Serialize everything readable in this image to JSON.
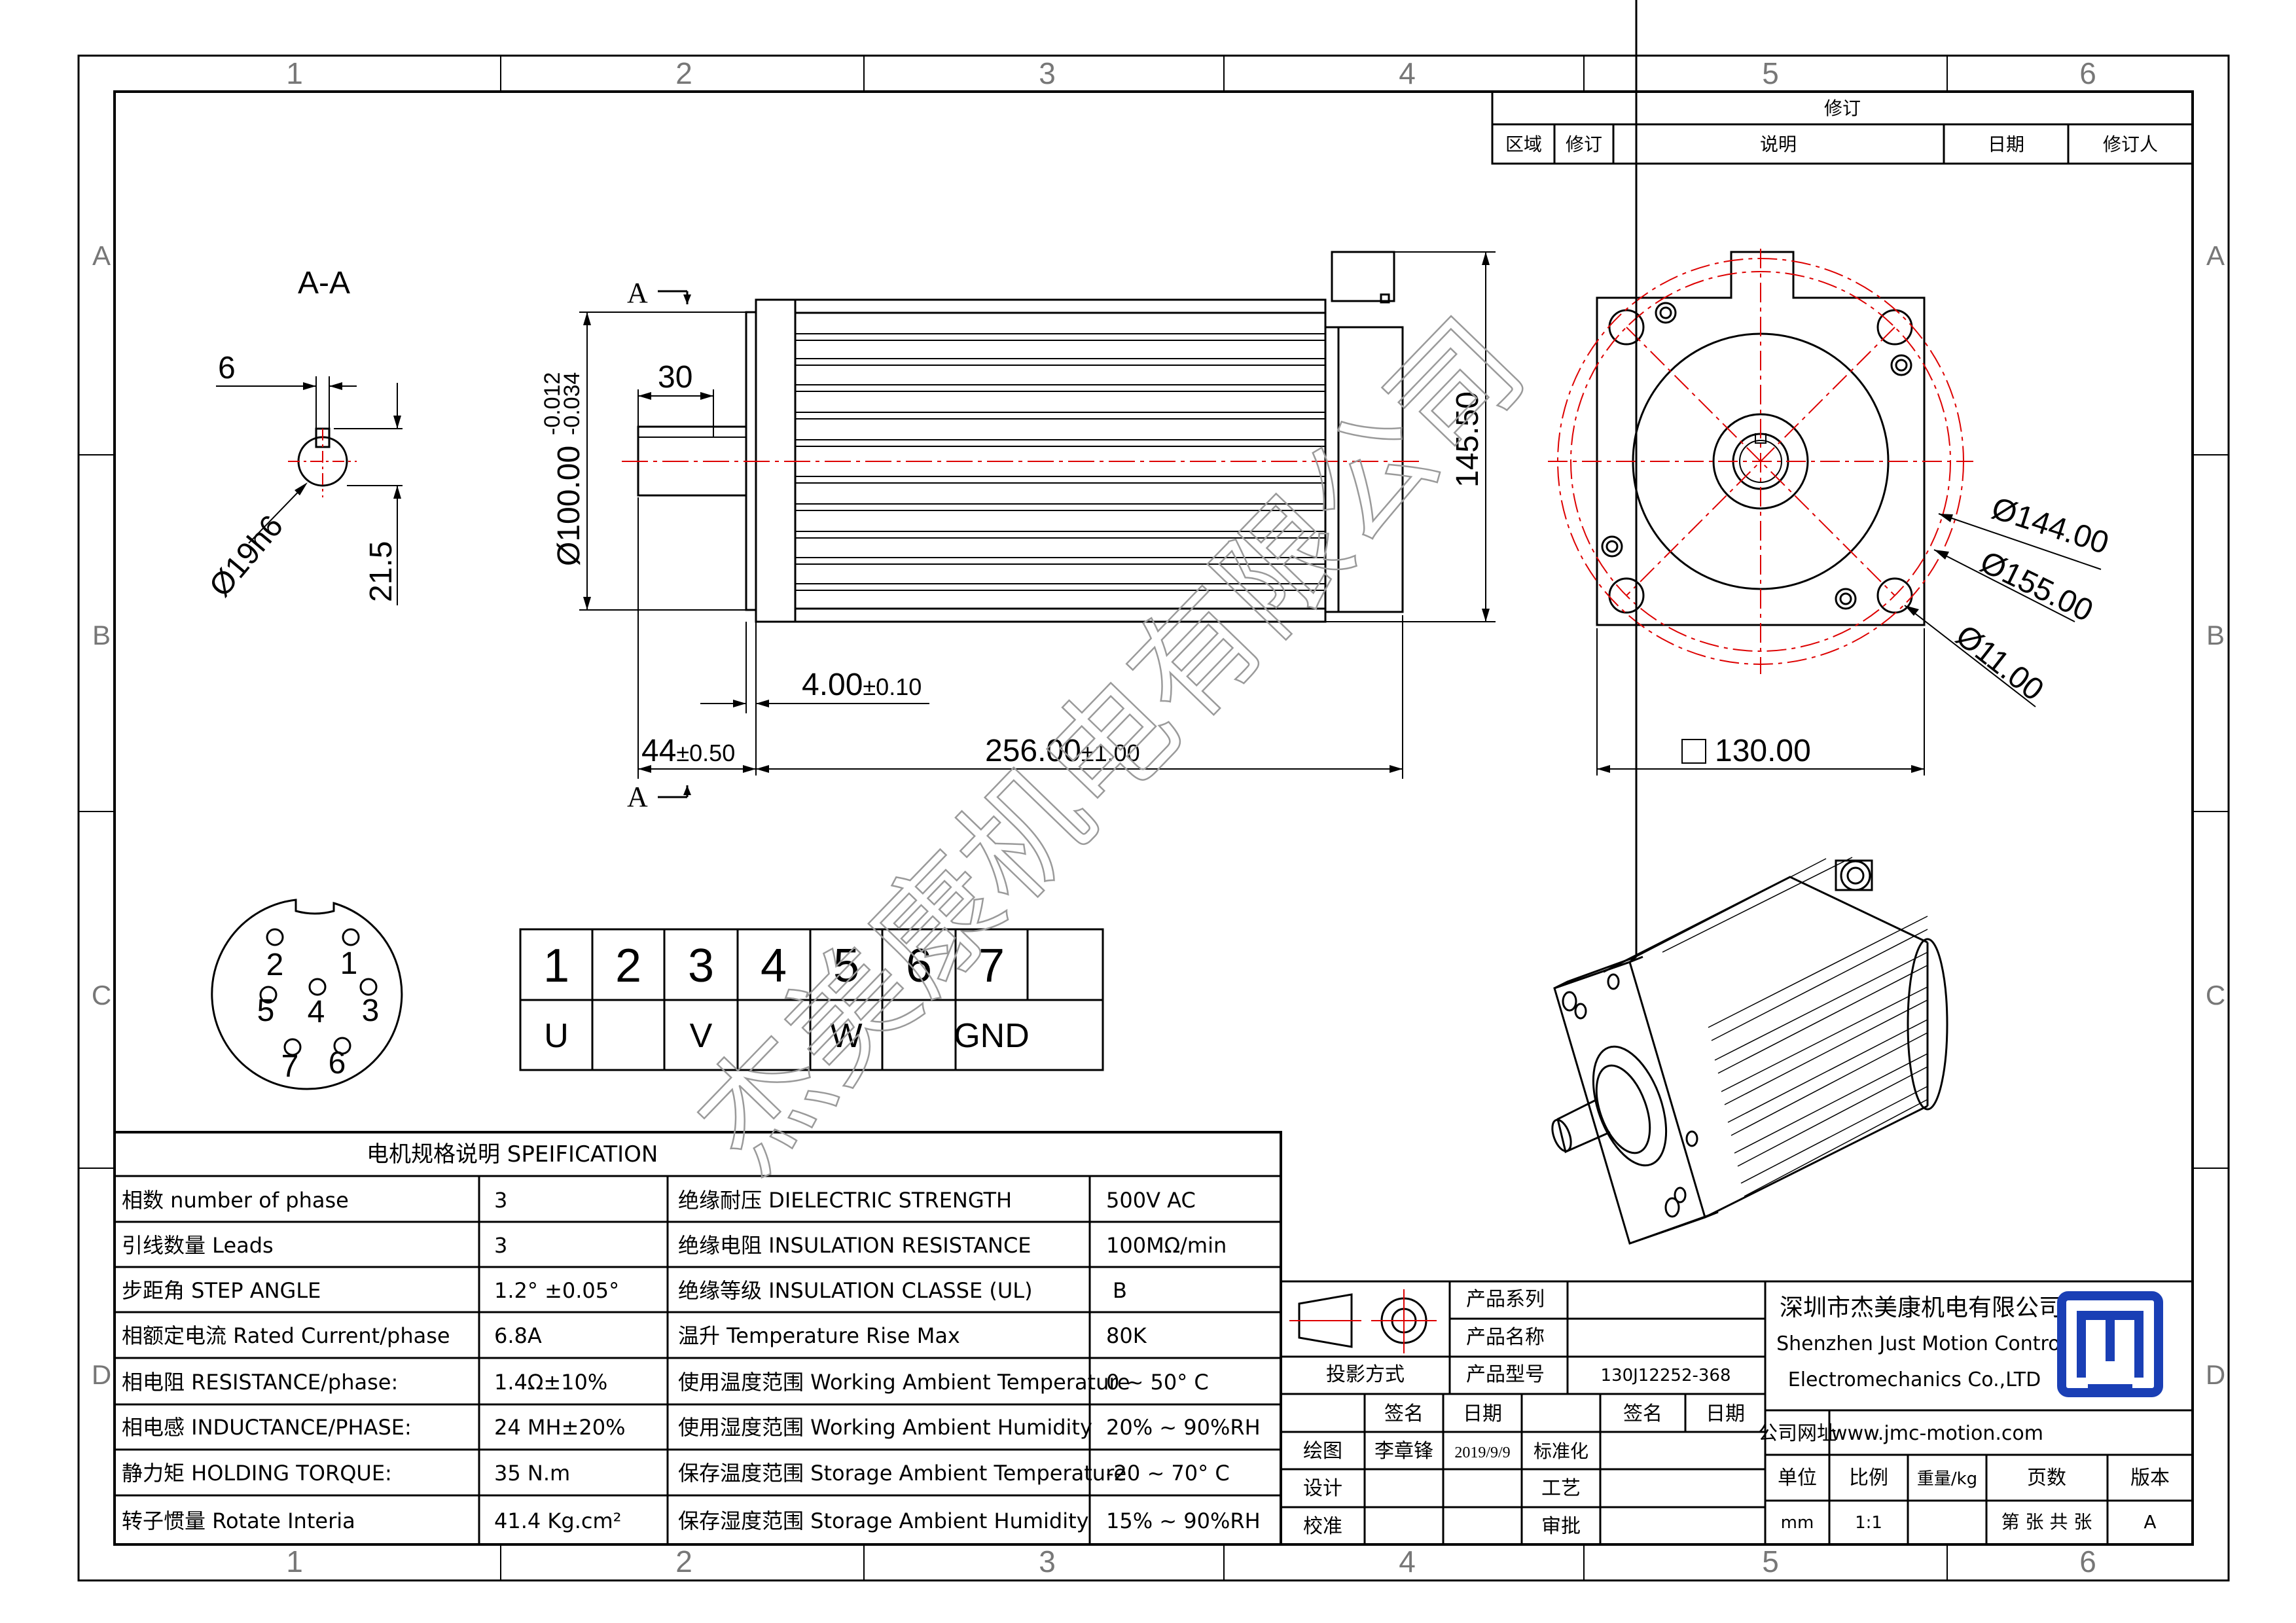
{
  "frame": {
    "column_numbers": [
      "1",
      "2",
      "3",
      "4",
      "5",
      "6"
    ],
    "row_letters": [
      "A",
      "B",
      "C",
      "D"
    ]
  },
  "revision": {
    "title": "修订",
    "headers": [
      "区域",
      "修订",
      "说明",
      "日期",
      "修订人"
    ]
  },
  "section_view": {
    "title": "A-A",
    "key_width": "6",
    "height": "21.5",
    "shaft_dia": "Ø19h6"
  },
  "side_view": {
    "section_mark_top": "A",
    "section_mark_bottom": "A",
    "shaft_len": "30",
    "spigot_tol": "-0.012\n-0.034",
    "spigot_tol_top": "-0.012",
    "spigot_tol_bottom": "-0.034",
    "spigot_dia": "Ø100.00",
    "height": "145.50",
    "flange_thk": "4.00",
    "flange_thk_tol": "±0.10",
    "shaft_ext": "44",
    "shaft_ext_tol": "±0.50",
    "body_len": "256.00",
    "body_len_tol": "±1.00"
  },
  "front_view": {
    "pcd_inner": "Ø144.00",
    "pcd_outer": "Ø155.00",
    "hole_dia": "Ø11.00",
    "square": "130.00"
  },
  "connector": {
    "pins": [
      "1",
      "2",
      "3",
      "4",
      "5",
      "6",
      "7"
    ]
  },
  "pin_table": {
    "numbers": [
      "1",
      "2",
      "3",
      "4",
      "5",
      "6",
      "7"
    ],
    "signals": [
      "U",
      "",
      "V",
      "",
      "W",
      "",
      "GND"
    ]
  },
  "watermark": "杰美康机电有限公司",
  "spec": {
    "title": "电机规格说明 SPEIFICATION",
    "rows": [
      {
        "label": "相数 number of phase",
        "value": "3",
        "label2": "绝缘耐压 DIELECTRIC STRENGTH",
        "value2": "500V AC"
      },
      {
        "label": "引线数量 Leads",
        "value": "3",
        "label2": "绝缘电阻 INSULATION RESISTANCE",
        "value2": "100MΩ/min"
      },
      {
        "label": "步距角 STEP ANGLE",
        "value": "1.2° ±0.05°",
        "label2": "绝缘等级 INSULATION CLASSE (UL)",
        "value2": "B"
      },
      {
        "label": "相额定电流 Rated Current/phase",
        "value": "6.8A",
        "label2": "温升 Temperature Rise Max",
        "value2": "80K"
      },
      {
        "label": "相电阻 RESISTANCE/phase:",
        "value": "1.4Ω±10%",
        "label2": "使用温度范围 Working Ambient Temperature",
        "value2": "0 ~ 50° C"
      },
      {
        "label": "相电感 INDUCTANCE/PHASE:",
        "value": "24 MH±20%",
        "label2": "使用湿度范围 Working Ambient Humidity",
        "value2": "20% ~ 90%RH"
      },
      {
        "label": "静力矩 HOLDING TORQUE:",
        "value": "35 N.m",
        "label2": "保存温度范围 Storage Ambient Temperature",
        "value2": "-20 ~ 70° C"
      },
      {
        "label": "转子惯量 Rotate Interia",
        "value": "41.4 Kg.cm²",
        "label2": "保存湿度范围 Storage Ambient Humidity",
        "value2": "15% ~ 90%RH"
      }
    ]
  },
  "title_block": {
    "projection": "投影方式",
    "series_label": "产品系列",
    "name_label": "产品名称",
    "model_label": "产品型号",
    "model": "130J12252-368",
    "sign": "签名",
    "date": "日期",
    "sign2": "签名",
    "date2": "日期",
    "draw": "绘图",
    "drawer": "李章锋",
    "draw_date": "2019/9/9",
    "std": "标准化",
    "design": "设计",
    "process": "工艺",
    "check": "校准",
    "approve": "审批",
    "company_cn": "深圳市杰美康机电有限公司",
    "company_en1": "Shenzhen Just Motion Control",
    "company_en2": "Electromechanics Co.,LTD",
    "website_label": "公司网址",
    "website": "www.jmc-motion.com",
    "unit_label": "单位",
    "scale_label": "比例",
    "weight_label": "重量/kg",
    "pages_label": "页数",
    "version_label": "版本",
    "unit": "mm",
    "scale": "1:1",
    "pages": "第 张 共 张",
    "version": "A",
    "logo_color": "#1a3fb5"
  }
}
